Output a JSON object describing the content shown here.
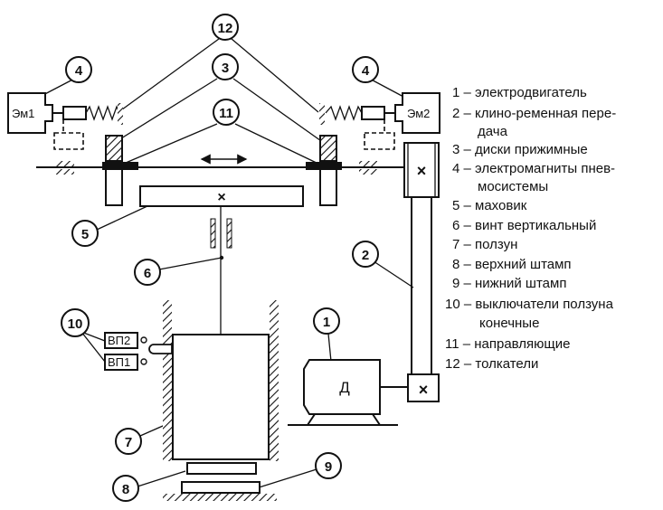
{
  "callouts": {
    "c1": "1",
    "c2": "2",
    "c3": "3",
    "c4a": "4",
    "c4b": "4",
    "c5": "5",
    "c6": "6",
    "c7": "7",
    "c8": "8",
    "c9": "9",
    "c10": "10",
    "c11": "11",
    "c12": "12"
  },
  "labels": {
    "em1": "Эм1",
    "em2": "Эм2",
    "motor": "Д",
    "vp1": "ВП1",
    "vp2": "ВП2"
  },
  "legend": [
    "1 – электродвигатель",
    "2 – клино-ременная пере-",
    "дача",
    "3 – диски прижимные",
    "4 – электромагниты пнев-",
    "мосистемы",
    "5 – маховик",
    "6 – винт вертикальный",
    "7 – ползун",
    "8 – верхний штамп",
    "9 – нижний штамп",
    "10 – выключатели ползуна",
    "конечные",
    "11 – направляющие",
    "12 – толкатели"
  ]
}
